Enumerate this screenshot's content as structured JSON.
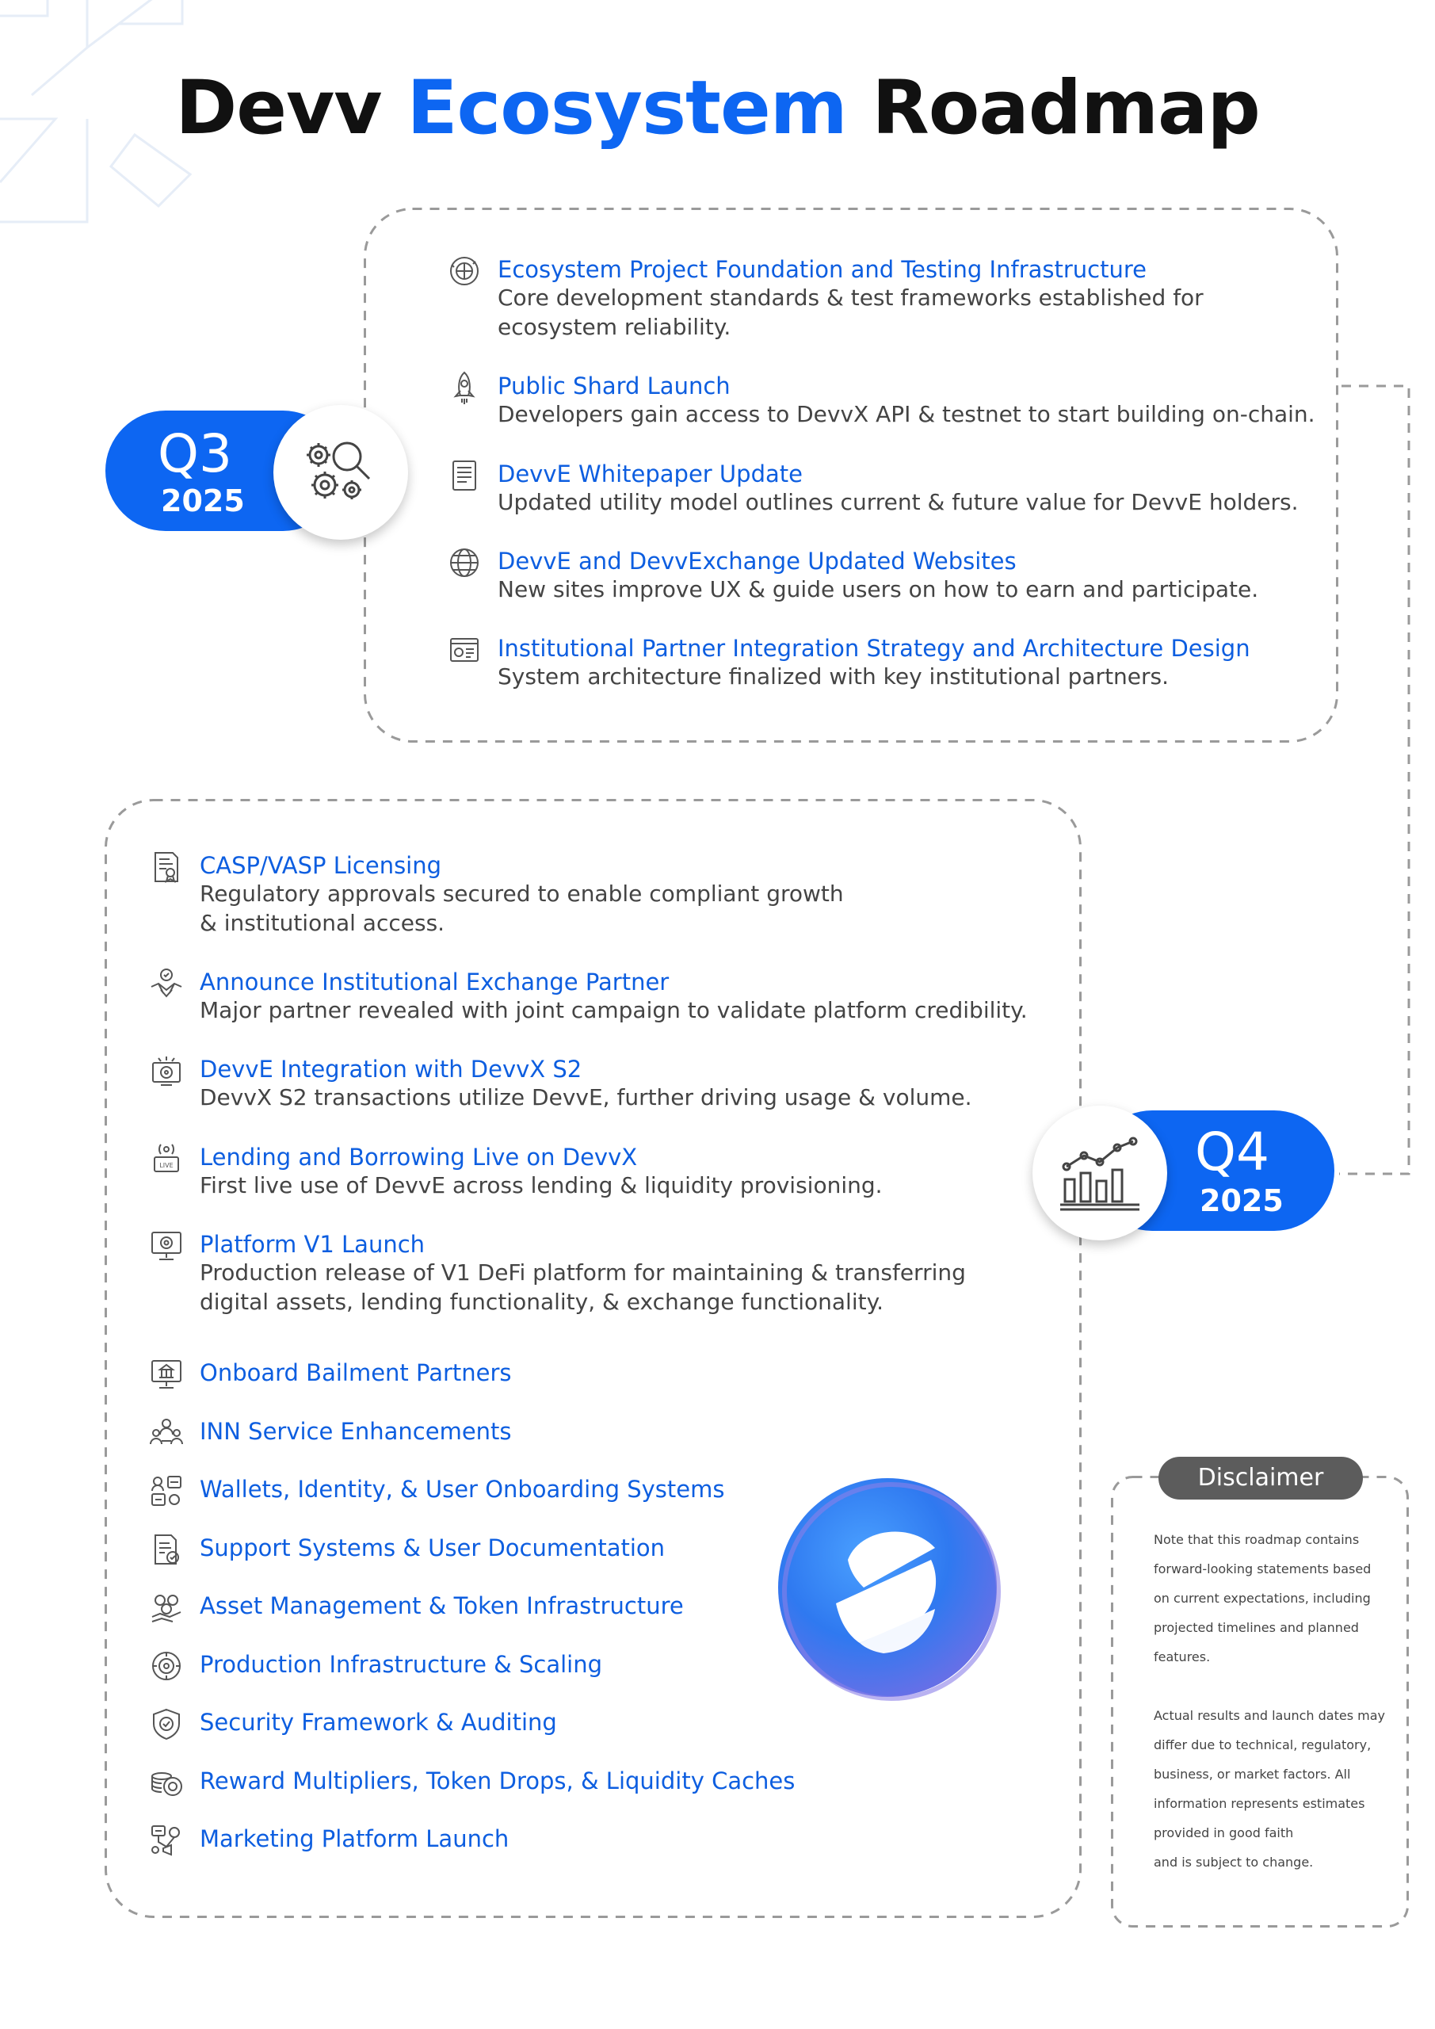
{
  "title": {
    "part1": "Devv",
    "part2": "Ecosystem",
    "part3": "Roadmap"
  },
  "colors": {
    "accent": "#0d66f2",
    "link_text": "#0d5ee0",
    "body_text": "#444444",
    "border_dash": "#9a9a9a",
    "disclaimer_bg": "#5c5c5c"
  },
  "q3": {
    "quarter": "Q3",
    "year": "2025",
    "icon": "gears-magnifier-icon",
    "items": [
      {
        "icon": "globe-gear-icon",
        "title": "Ecosystem Project Foundation and Testing Infrastructure",
        "desc1": "Core development standards & test frameworks established for",
        "desc2": "ecosystem reliability."
      },
      {
        "icon": "rocket-icon",
        "title": "Public Shard Launch",
        "desc1": "Developers gain access to DevvX API & testnet to start building on-chain.",
        "desc2": ""
      },
      {
        "icon": "document-icon",
        "title": "DevvE Whitepaper Update",
        "desc1": "Updated utility model outlines current & future value for DevvE holders.",
        "desc2": ""
      },
      {
        "icon": "globe-icon",
        "title": "DevvE and DevvExchange Updated Websites",
        "desc1": "New sites improve UX & guide users on how to earn and participate.",
        "desc2": ""
      },
      {
        "icon": "architecture-icon",
        "title": "Institutional Partner Integration Strategy and Architecture Design",
        "desc1": "System architecture finalized with key institutional partners.",
        "desc2": ""
      }
    ]
  },
  "q4": {
    "quarter": "Q4",
    "year": "2025",
    "icon": "bar-chart-trend-icon",
    "items": [
      {
        "icon": "certificate-icon",
        "title": "CASP/VASP Licensing",
        "desc1": "Regulatory approvals secured to enable compliant growth",
        "desc2": "& institutional access."
      },
      {
        "icon": "handshake-icon",
        "title": "Announce Institutional Exchange Partner",
        "desc1": "Major partner revealed with joint campaign to validate platform credibility.",
        "desc2": ""
      },
      {
        "icon": "integration-gear-icon",
        "title": "DevvE Integration with DevvX S2",
        "desc1": "DevvX S2 transactions utilize DevvE, further driving usage & volume.",
        "desc2": ""
      },
      {
        "icon": "live-broadcast-icon",
        "title": "Lending and Borrowing Live on DevvX",
        "desc1": "First live use of DevvE across lending & liquidity provisioning.",
        "desc2": ""
      },
      {
        "icon": "monitor-launch-icon",
        "title": "Platform V1 Launch",
        "desc1": "Production release of V1 DeFi platform for maintaining & transferring",
        "desc2": "digital assets, lending functionality, & exchange functionality."
      }
    ],
    "simple_items": [
      {
        "icon": "bank-monitor-icon",
        "title": "Onboard Bailment Partners"
      },
      {
        "icon": "network-people-icon",
        "title": "INN Service Enhancements"
      },
      {
        "icon": "identity-icon",
        "title": "Wallets, Identity, & User Onboarding Systems"
      },
      {
        "icon": "support-docs-icon",
        "title": "Support Systems & User Documentation"
      },
      {
        "icon": "asset-management-icon",
        "title": "Asset Management & Token Infrastructure"
      },
      {
        "icon": "scaling-gear-icon",
        "title": "Production Infrastructure & Scaling"
      },
      {
        "icon": "shield-check-icon",
        "title": "Security Framework & Auditing"
      },
      {
        "icon": "coins-icon",
        "title": "Reward Multipliers, Token Drops, & Liquidity Caches"
      },
      {
        "icon": "marketing-icon",
        "title": "Marketing Platform Launch"
      }
    ]
  },
  "logo": {
    "icon": "devv-logo-icon"
  },
  "disclaimer": {
    "heading": "Disclaimer",
    "p1": [
      "Note that this roadmap contains",
      "forward-looking statements based",
      "on current expectations, including",
      "projected timelines and planned",
      "features."
    ],
    "p2": [
      "Actual results and launch dates may",
      "differ due to technical, regulatory,",
      "business, or market factors. All",
      "information represents estimates",
      "provided in good faith",
      "and is subject to change."
    ]
  }
}
